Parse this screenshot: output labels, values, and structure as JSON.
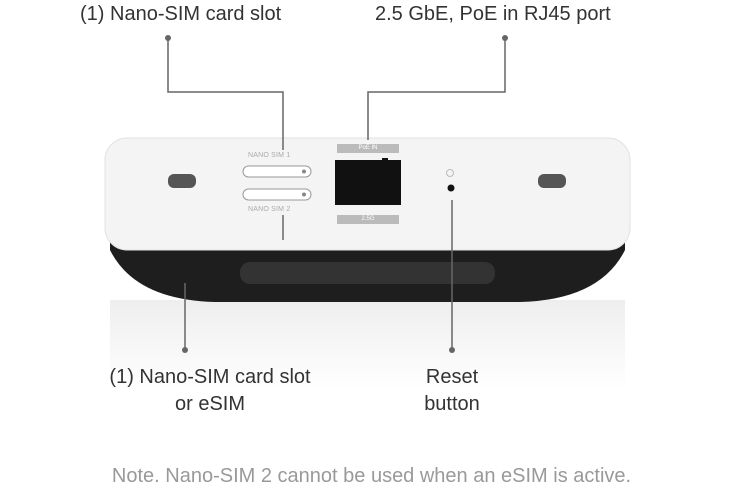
{
  "callouts": {
    "top_left": "(1) Nano-SIM card slot",
    "top_right": "2.5 GbE, PoE in RJ45 port",
    "bottom_left_line1": "(1) Nano-SIM card slot",
    "bottom_left_line2": "or eSIM",
    "bottom_right_line1": "Reset",
    "bottom_right_line2": "button"
  },
  "device": {
    "sim1_label": "NANO SIM 1",
    "sim2_label": "NANO SIM 2",
    "port_top_label": "PoE IN",
    "port_bottom_label": "2.5G"
  },
  "note": "Note. Nano-SIM 2 cannot be used when an eSIM is active."
}
